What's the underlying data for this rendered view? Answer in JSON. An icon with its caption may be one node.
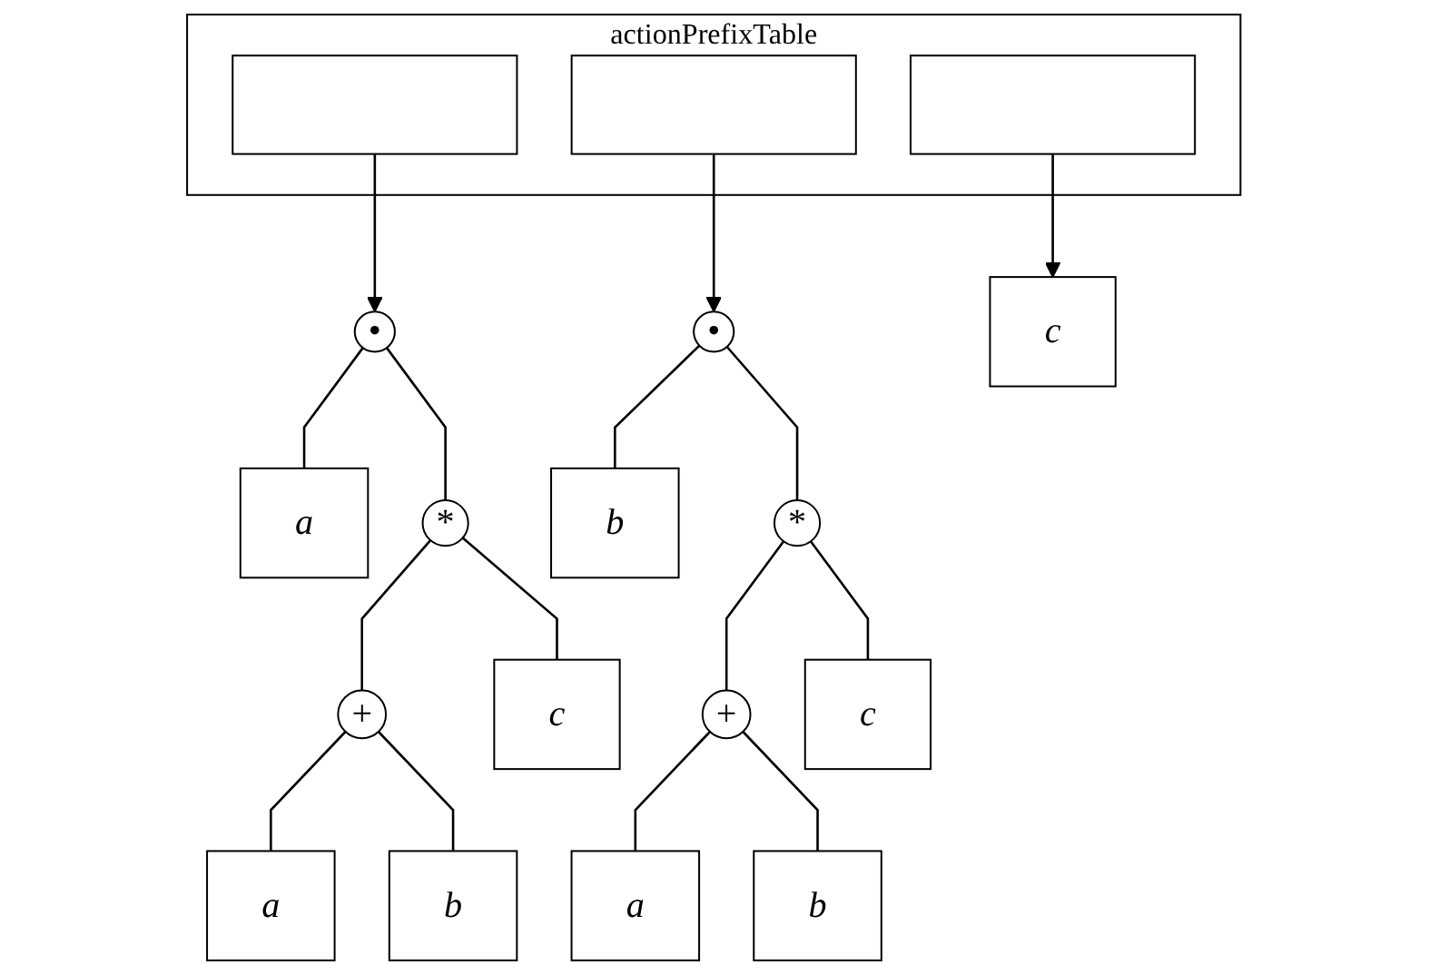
{
  "diagram": {
    "nodes": [
      {
        "text": [
          "actionPrefixTable"
        ]
      },
      {
        "text": [],
        "shape": "box",
        "in": 0
      },
      {
        "text": [],
        "shape": "box",
        "in": 0
      },
      {
        "text": [],
        "shape": "box",
        "in": 0
      },
      {
        "text": [
          "•"
        ]
      },
      {
        "text": [
          "a"
        ]
      },
      {
        "text": [
          "*"
        ]
      },
      {
        "text": [
          "+"
        ]
      },
      {
        "text": [
          "c"
        ]
      },
      {
        "text": [
          "a"
        ]
      },
      {
        "text": [
          "b"
        ]
      },
      {
        "text": [
          "•"
        ]
      },
      {
        "text": [
          "b"
        ]
      },
      {
        "text": [
          "*"
        ]
      },
      {
        "text": [
          "+"
        ]
      },
      {
        "text": [
          "c"
        ]
      },
      {
        "text": [
          "a"
        ]
      },
      {
        "text": [
          "b"
        ]
      },
      {
        "text": [
          "c"
        ]
      }
    ],
    "edges": [
      {
        "from": 1,
        "to": 4,
        "arrow": "to"
      },
      {
        "from": 2,
        "to": 11,
        "arrow": "to"
      },
      {
        "from": 3,
        "to": 18,
        "arrow": "to"
      },
      {
        "from": 4,
        "to": 5,
        "arrow": "none"
      },
      {
        "from": 4,
        "to": 6,
        "arrow": "none"
      },
      {
        "from": 6,
        "to": 7,
        "arrow": "none"
      },
      {
        "from": 6,
        "to": 8,
        "arrow": "none"
      },
      {
        "from": 7,
        "to": 9,
        "arrow": "none"
      },
      {
        "from": 7,
        "to": 10,
        "arrow": "none"
      },
      {
        "from": 11,
        "to": 12,
        "arrow": "none"
      },
      {
        "from": 11,
        "to": 13,
        "arrow": "none"
      },
      {
        "from": 13,
        "to": 14,
        "arrow": "none"
      },
      {
        "from": 13,
        "to": 15,
        "arrow": "none"
      },
      {
        "from": 14,
        "to": 16,
        "arrow": "none"
      },
      {
        "from": 14,
        "to": 17,
        "arrow": "none"
      }
    ]
  }
}
